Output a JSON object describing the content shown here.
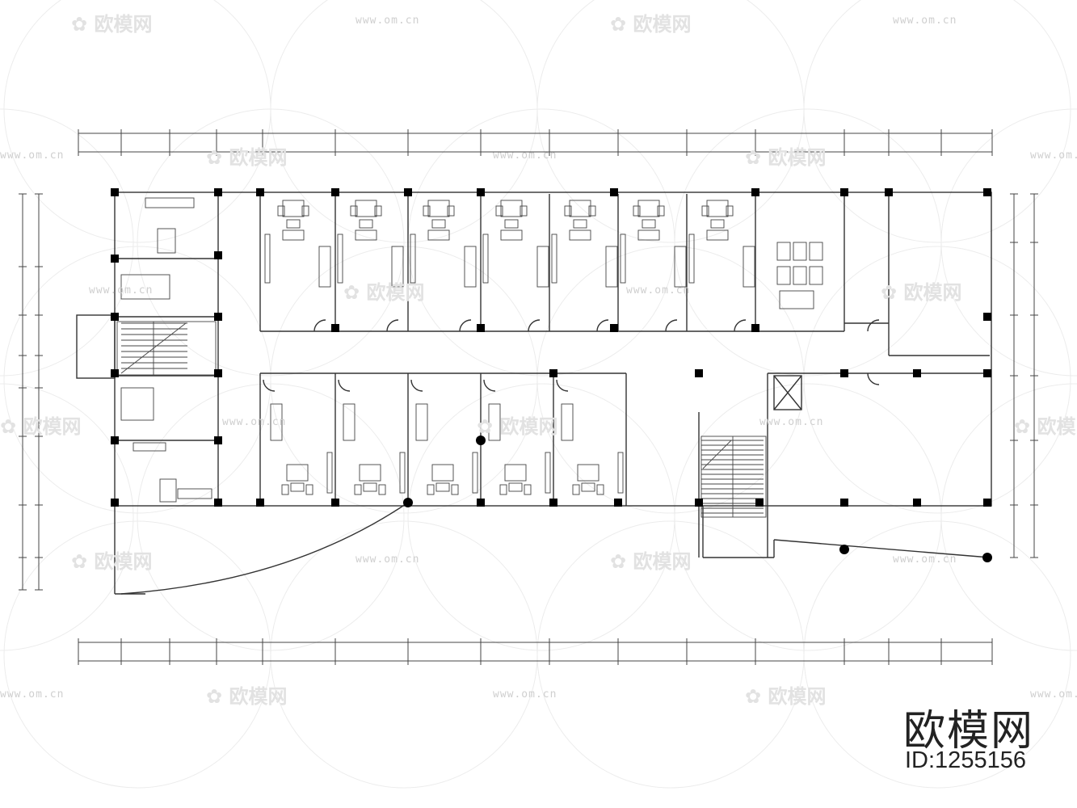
{
  "colors": {
    "line": "#333333",
    "column": "#000000",
    "watermark": "#e0e0e0",
    "brand": "#222222"
  },
  "watermark": {
    "logo_text": "欧模网",
    "url_text": "www.om.cn"
  },
  "brand": {
    "title": "欧模网",
    "id_label": "ID:1255156"
  },
  "room_labels": {
    "top": [
      "",
      "",
      "",
      "",
      "",
      "",
      "",
      "",
      "",
      ""
    ],
    "bottom": [
      "",
      "",
      "",
      "",
      ""
    ],
    "corridor": "",
    "lobby": ""
  }
}
